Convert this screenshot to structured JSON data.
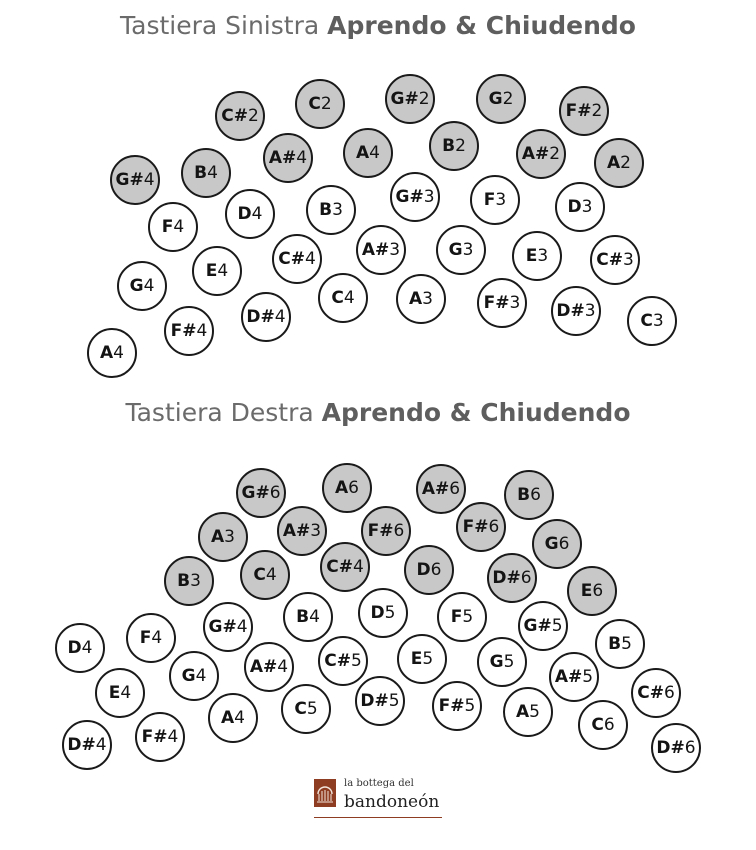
{
  "colors": {
    "open_fill": "#ffffff",
    "close_fill": "#c8c8c8",
    "outline": "#1a1a1a",
    "brand": "#8e3d22"
  },
  "left": {
    "title_light": "Tastiera Sinistra",
    "title_bold": "Aprendo & Chiudendo",
    "keys": [
      {
        "note": "C#",
        "octave": "2",
        "state": "closing"
      },
      {
        "note": "C",
        "octave": "2",
        "state": "closing"
      },
      {
        "note": "G#",
        "octave": "2",
        "state": "closing"
      },
      {
        "note": "G",
        "octave": "2",
        "state": "closing"
      },
      {
        "note": "F#",
        "octave": "2",
        "state": "closing"
      },
      {
        "note": "G#",
        "octave": "4",
        "state": "closing"
      },
      {
        "note": "B",
        "octave": "4",
        "state": "closing"
      },
      {
        "note": "A#",
        "octave": "4",
        "state": "closing"
      },
      {
        "note": "A",
        "octave": "4",
        "state": "closing"
      },
      {
        "note": "B",
        "octave": "2",
        "state": "closing"
      },
      {
        "note": "A#",
        "octave": "2",
        "state": "closing"
      },
      {
        "note": "A",
        "octave": "2",
        "state": "closing"
      },
      {
        "note": "F",
        "octave": "4",
        "state": "opening"
      },
      {
        "note": "D",
        "octave": "4",
        "state": "opening"
      },
      {
        "note": "B",
        "octave": "3",
        "state": "opening"
      },
      {
        "note": "G#",
        "octave": "3",
        "state": "opening"
      },
      {
        "note": "F",
        "octave": "3",
        "state": "opening"
      },
      {
        "note": "D",
        "octave": "3",
        "state": "opening"
      },
      {
        "note": "G",
        "octave": "4",
        "state": "opening"
      },
      {
        "note": "E",
        "octave": "4",
        "state": "opening"
      },
      {
        "note": "C#",
        "octave": "4",
        "state": "opening"
      },
      {
        "note": "A#",
        "octave": "3",
        "state": "opening"
      },
      {
        "note": "G",
        "octave": "3",
        "state": "opening"
      },
      {
        "note": "E",
        "octave": "3",
        "state": "opening"
      },
      {
        "note": "C#",
        "octave": "3",
        "state": "opening"
      },
      {
        "note": "A",
        "octave": "4",
        "state": "opening"
      },
      {
        "note": "F#",
        "octave": "4",
        "state": "opening"
      },
      {
        "note": "D#",
        "octave": "4",
        "state": "opening"
      },
      {
        "note": "C",
        "octave": "4",
        "state": "opening"
      },
      {
        "note": "A",
        "octave": "3",
        "state": "opening"
      },
      {
        "note": "F#",
        "octave": "3",
        "state": "opening"
      },
      {
        "note": "D#",
        "octave": "3",
        "state": "opening"
      },
      {
        "note": "C",
        "octave": "3",
        "state": "opening"
      }
    ]
  },
  "right": {
    "title_light": "Tastiera Destra",
    "title_bold": "Aprendo & Chiudendo",
    "keys": [
      {
        "note": "G#",
        "octave": "6",
        "state": "closing"
      },
      {
        "note": "A",
        "octave": "6",
        "state": "closing"
      },
      {
        "note": "A#",
        "octave": "6",
        "state": "closing"
      },
      {
        "note": "B",
        "octave": "6",
        "state": "closing"
      },
      {
        "note": "A",
        "octave": "3",
        "state": "closing"
      },
      {
        "note": "A#",
        "octave": "3",
        "state": "closing"
      },
      {
        "note": "F#",
        "octave": "6",
        "state": "closing"
      },
      {
        "note": "F#",
        "octave": "6",
        "state": "closing"
      },
      {
        "note": "G",
        "octave": "6",
        "state": "closing"
      },
      {
        "note": "B",
        "octave": "3",
        "state": "closing"
      },
      {
        "note": "C",
        "octave": "4",
        "state": "closing"
      },
      {
        "note": "C#",
        "octave": "4",
        "state": "closing"
      },
      {
        "note": "D",
        "octave": "6",
        "state": "closing"
      },
      {
        "note": "D#",
        "octave": "6",
        "state": "closing"
      },
      {
        "note": "E",
        "octave": "6",
        "state": "closing"
      },
      {
        "note": "G#",
        "octave": "4",
        "state": "opening"
      },
      {
        "note": "B",
        "octave": "4",
        "state": "opening"
      },
      {
        "note": "D",
        "octave": "5",
        "state": "opening"
      },
      {
        "note": "F",
        "octave": "5",
        "state": "opening"
      },
      {
        "note": "G#",
        "octave": "5",
        "state": "opening"
      },
      {
        "note": "B",
        "octave": "5",
        "state": "opening"
      },
      {
        "note": "D",
        "octave": "4",
        "state": "opening"
      },
      {
        "note": "F",
        "octave": "4",
        "state": "opening"
      },
      {
        "note": "G",
        "octave": "4",
        "state": "opening"
      },
      {
        "note": "A#",
        "octave": "4",
        "state": "opening"
      },
      {
        "note": "C#",
        "octave": "5",
        "state": "opening"
      },
      {
        "note": "E",
        "octave": "5",
        "state": "opening"
      },
      {
        "note": "G",
        "octave": "5",
        "state": "opening"
      },
      {
        "note": "A#",
        "octave": "5",
        "state": "opening"
      },
      {
        "note": "C#",
        "octave": "6",
        "state": "opening"
      },
      {
        "note": "E",
        "octave": "4",
        "state": "opening"
      },
      {
        "note": "A",
        "octave": "4",
        "state": "opening"
      },
      {
        "note": "C",
        "octave": "5",
        "state": "opening"
      },
      {
        "note": "D#",
        "octave": "5",
        "state": "opening"
      },
      {
        "note": "F#",
        "octave": "5",
        "state": "opening"
      },
      {
        "note": "A",
        "octave": "5",
        "state": "opening"
      },
      {
        "note": "C",
        "octave": "6",
        "state": "opening"
      },
      {
        "note": "D#",
        "octave": "4",
        "state": "opening"
      },
      {
        "note": "F#",
        "octave": "4",
        "state": "opening"
      },
      {
        "note": "D#",
        "octave": "6",
        "state": "opening"
      }
    ]
  },
  "logo": {
    "small_text": "la bottega del",
    "big_text": "bandoneón",
    "icon": "bandoneon-logo-icon"
  }
}
